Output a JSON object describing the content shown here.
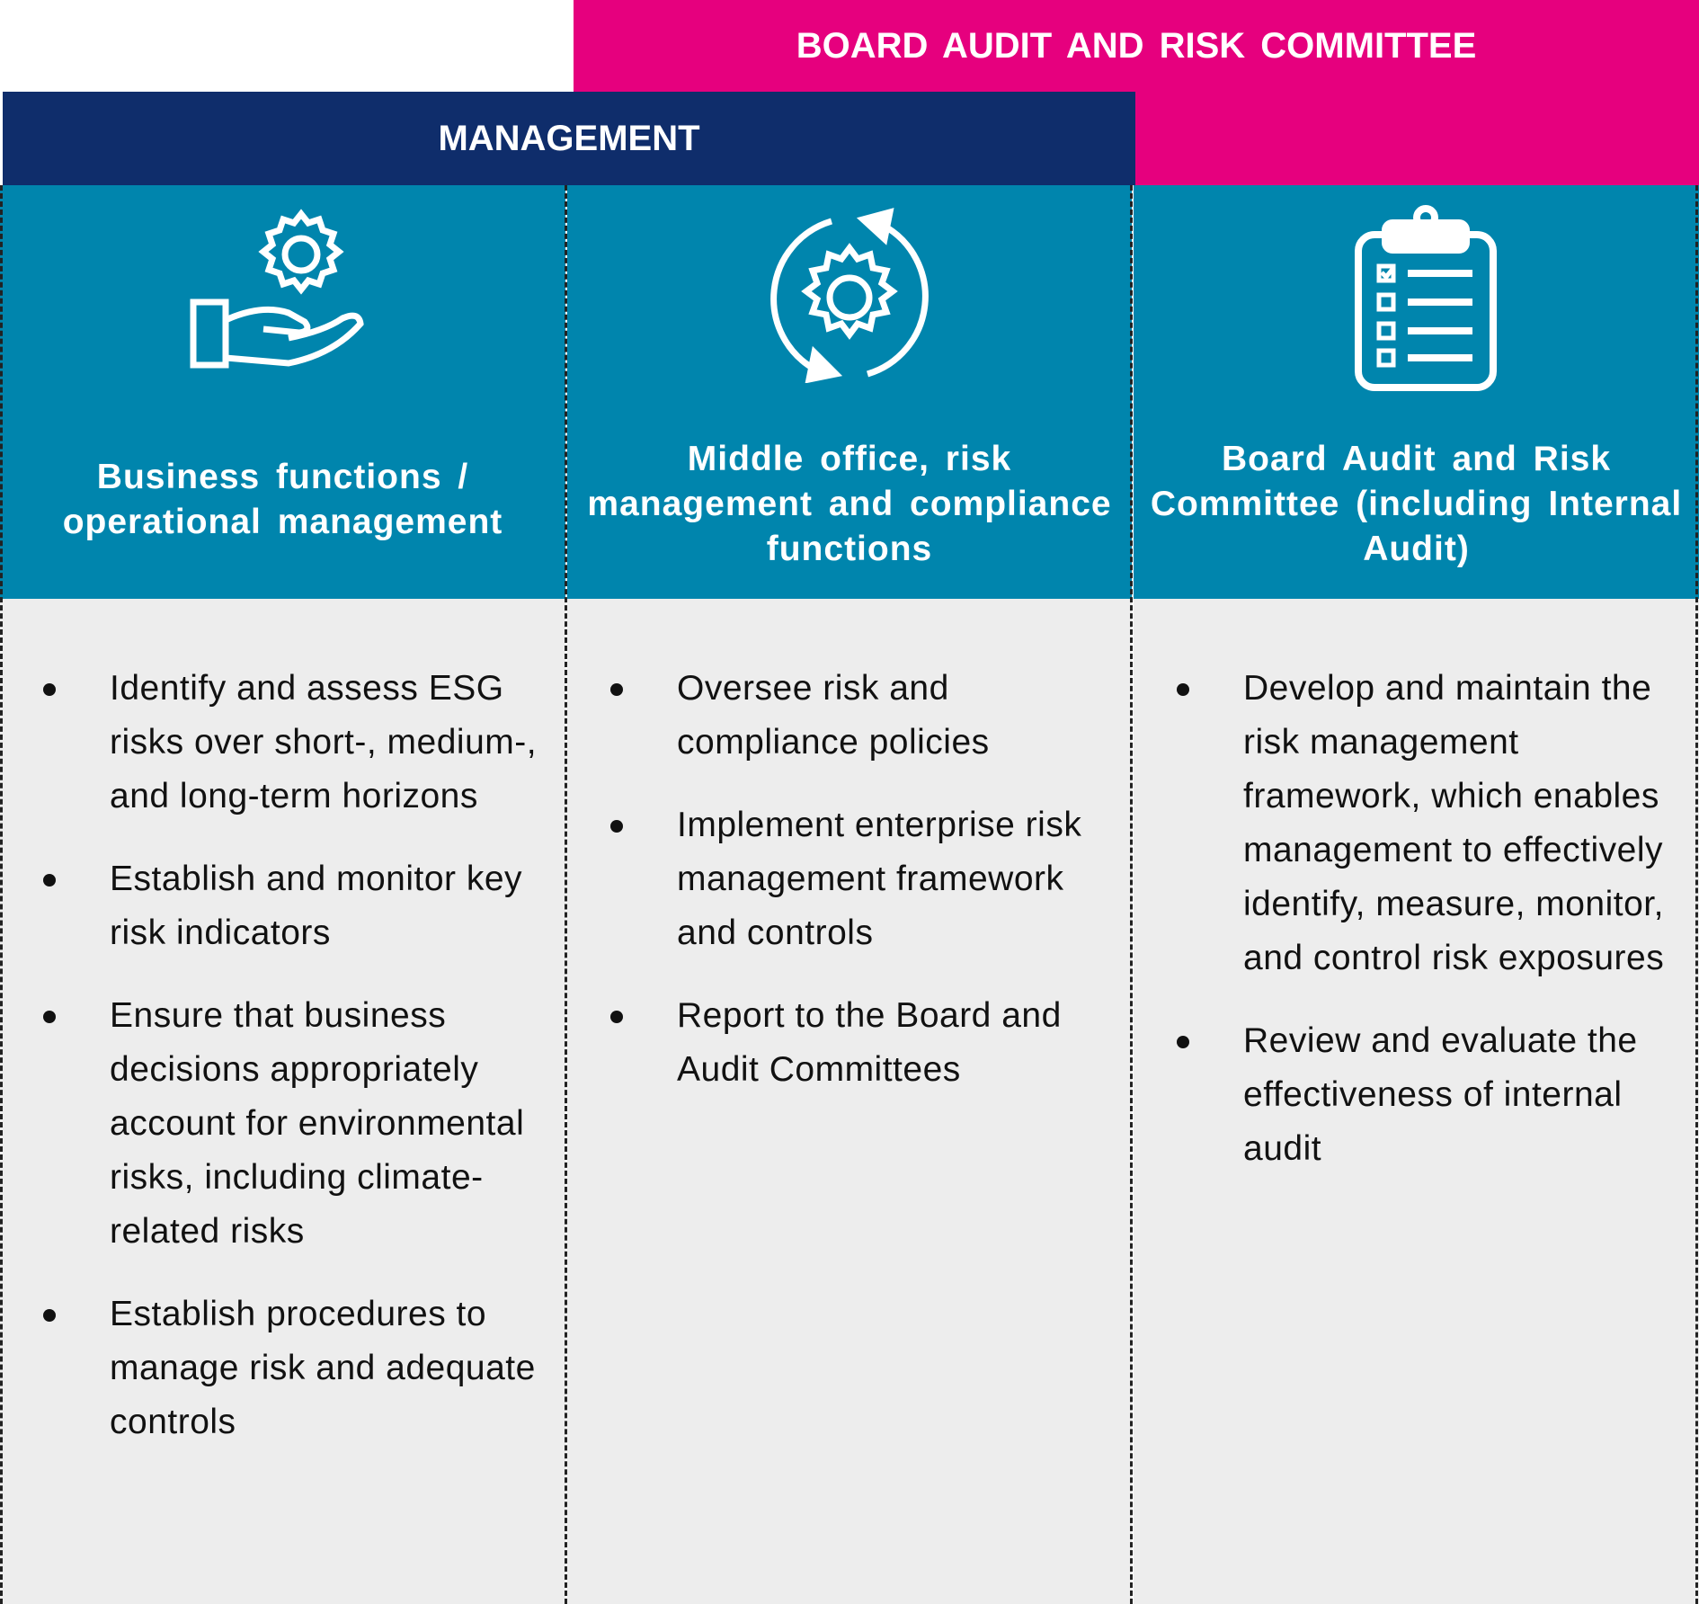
{
  "header": {
    "board_label": "BOARD  AUDIT AND RISK COMMITTEE",
    "management_label": "MANAGEMENT"
  },
  "colors": {
    "pink": "#E6007E",
    "navy": "#0F2D6B",
    "teal": "#0085AD",
    "body": "#EDEDED"
  },
  "columns": [
    {
      "icon": "hand-gear-icon",
      "title": "Business functions / operational management",
      "items": [
        "Identify and assess ESG risks over short-, medium-, and long-term horizons",
        "Establish and monitor key risk indicators",
        "Ensure that business decisions appropriately account for environmental risks, including climate-related risks",
        "Establish procedures to manage risk and adequate controls"
      ]
    },
    {
      "icon": "gear-cycle-icon",
      "title": "Middle office, risk management and compliance functions",
      "items": [
        "Oversee risk and compliance policies",
        "Implement enterprise risk management framework and controls",
        "Report to the Board and Audit Committees"
      ]
    },
    {
      "icon": "clipboard-checklist-icon",
      "title": "Board Audit and Risk Committee (including Internal Audit)",
      "items": [
        "Develop and maintain the risk management framework, which enables management to effectively identify, measure, monitor, and control risk exposures",
        "Review and evaluate the effectiveness of internal audit"
      ]
    }
  ]
}
